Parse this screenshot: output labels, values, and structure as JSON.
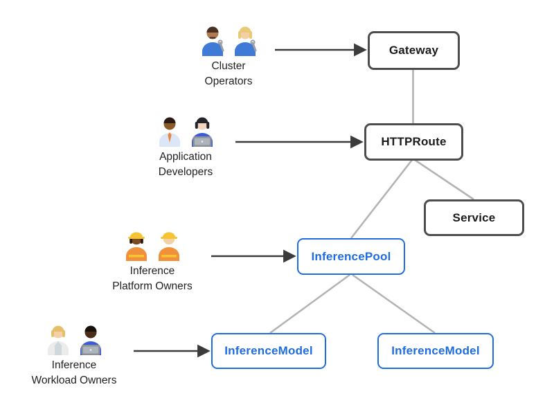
{
  "diagram": {
    "personas": [
      {
        "id": "cluster-operators",
        "label_line1": "Cluster",
        "label_line2": "Operators",
        "icon": "man-mechanic-and-woman-mechanic-emoji",
        "targets": [
          "Gateway"
        ]
      },
      {
        "id": "application-developers",
        "label_line1": "Application",
        "label_line2": "Developers",
        "icon": "man-office-worker-and-woman-technologist-emoji",
        "targets": [
          "HTTPRoute"
        ]
      },
      {
        "id": "inference-platform-owners",
        "label_line1": "Inference",
        "label_line2": "Platform Owners",
        "icon": "woman-and-man-construction-worker-emoji",
        "targets": [
          "InferencePool"
        ]
      },
      {
        "id": "inference-workload-owners",
        "label_line1": "Inference",
        "label_line2": "Workload Owners",
        "icon": "health-worker-and-man-technologist-emoji",
        "targets": [
          "InferenceModel"
        ]
      }
    ],
    "nodes": [
      {
        "id": "gateway",
        "label": "Gateway",
        "style": "standard"
      },
      {
        "id": "httproute",
        "label": "HTTPRoute",
        "style": "standard"
      },
      {
        "id": "service",
        "label": "Service",
        "style": "standard"
      },
      {
        "id": "inferencepool",
        "label": "InferencePool",
        "style": "extension"
      },
      {
        "id": "inferencemodel-left",
        "label": "InferenceModel",
        "style": "extension"
      },
      {
        "id": "inferencemodel-right",
        "label": "InferenceModel",
        "style": "extension"
      }
    ],
    "edges": [
      {
        "from": "Gateway",
        "to": "HTTPRoute"
      },
      {
        "from": "HTTPRoute",
        "to": "InferencePool"
      },
      {
        "from": "HTTPRoute",
        "to": "Service"
      },
      {
        "from": "InferencePool",
        "to": "InferenceModel (left)"
      },
      {
        "from": "InferencePool",
        "to": "InferenceModel (right)"
      }
    ],
    "colors": {
      "extension_blue": "#1f6ce0",
      "standard_border": "#4d4d4d",
      "connector_gray": "#b3b3b3",
      "arrow_dark": "#3b3b3b",
      "background": "#ffffff"
    }
  }
}
